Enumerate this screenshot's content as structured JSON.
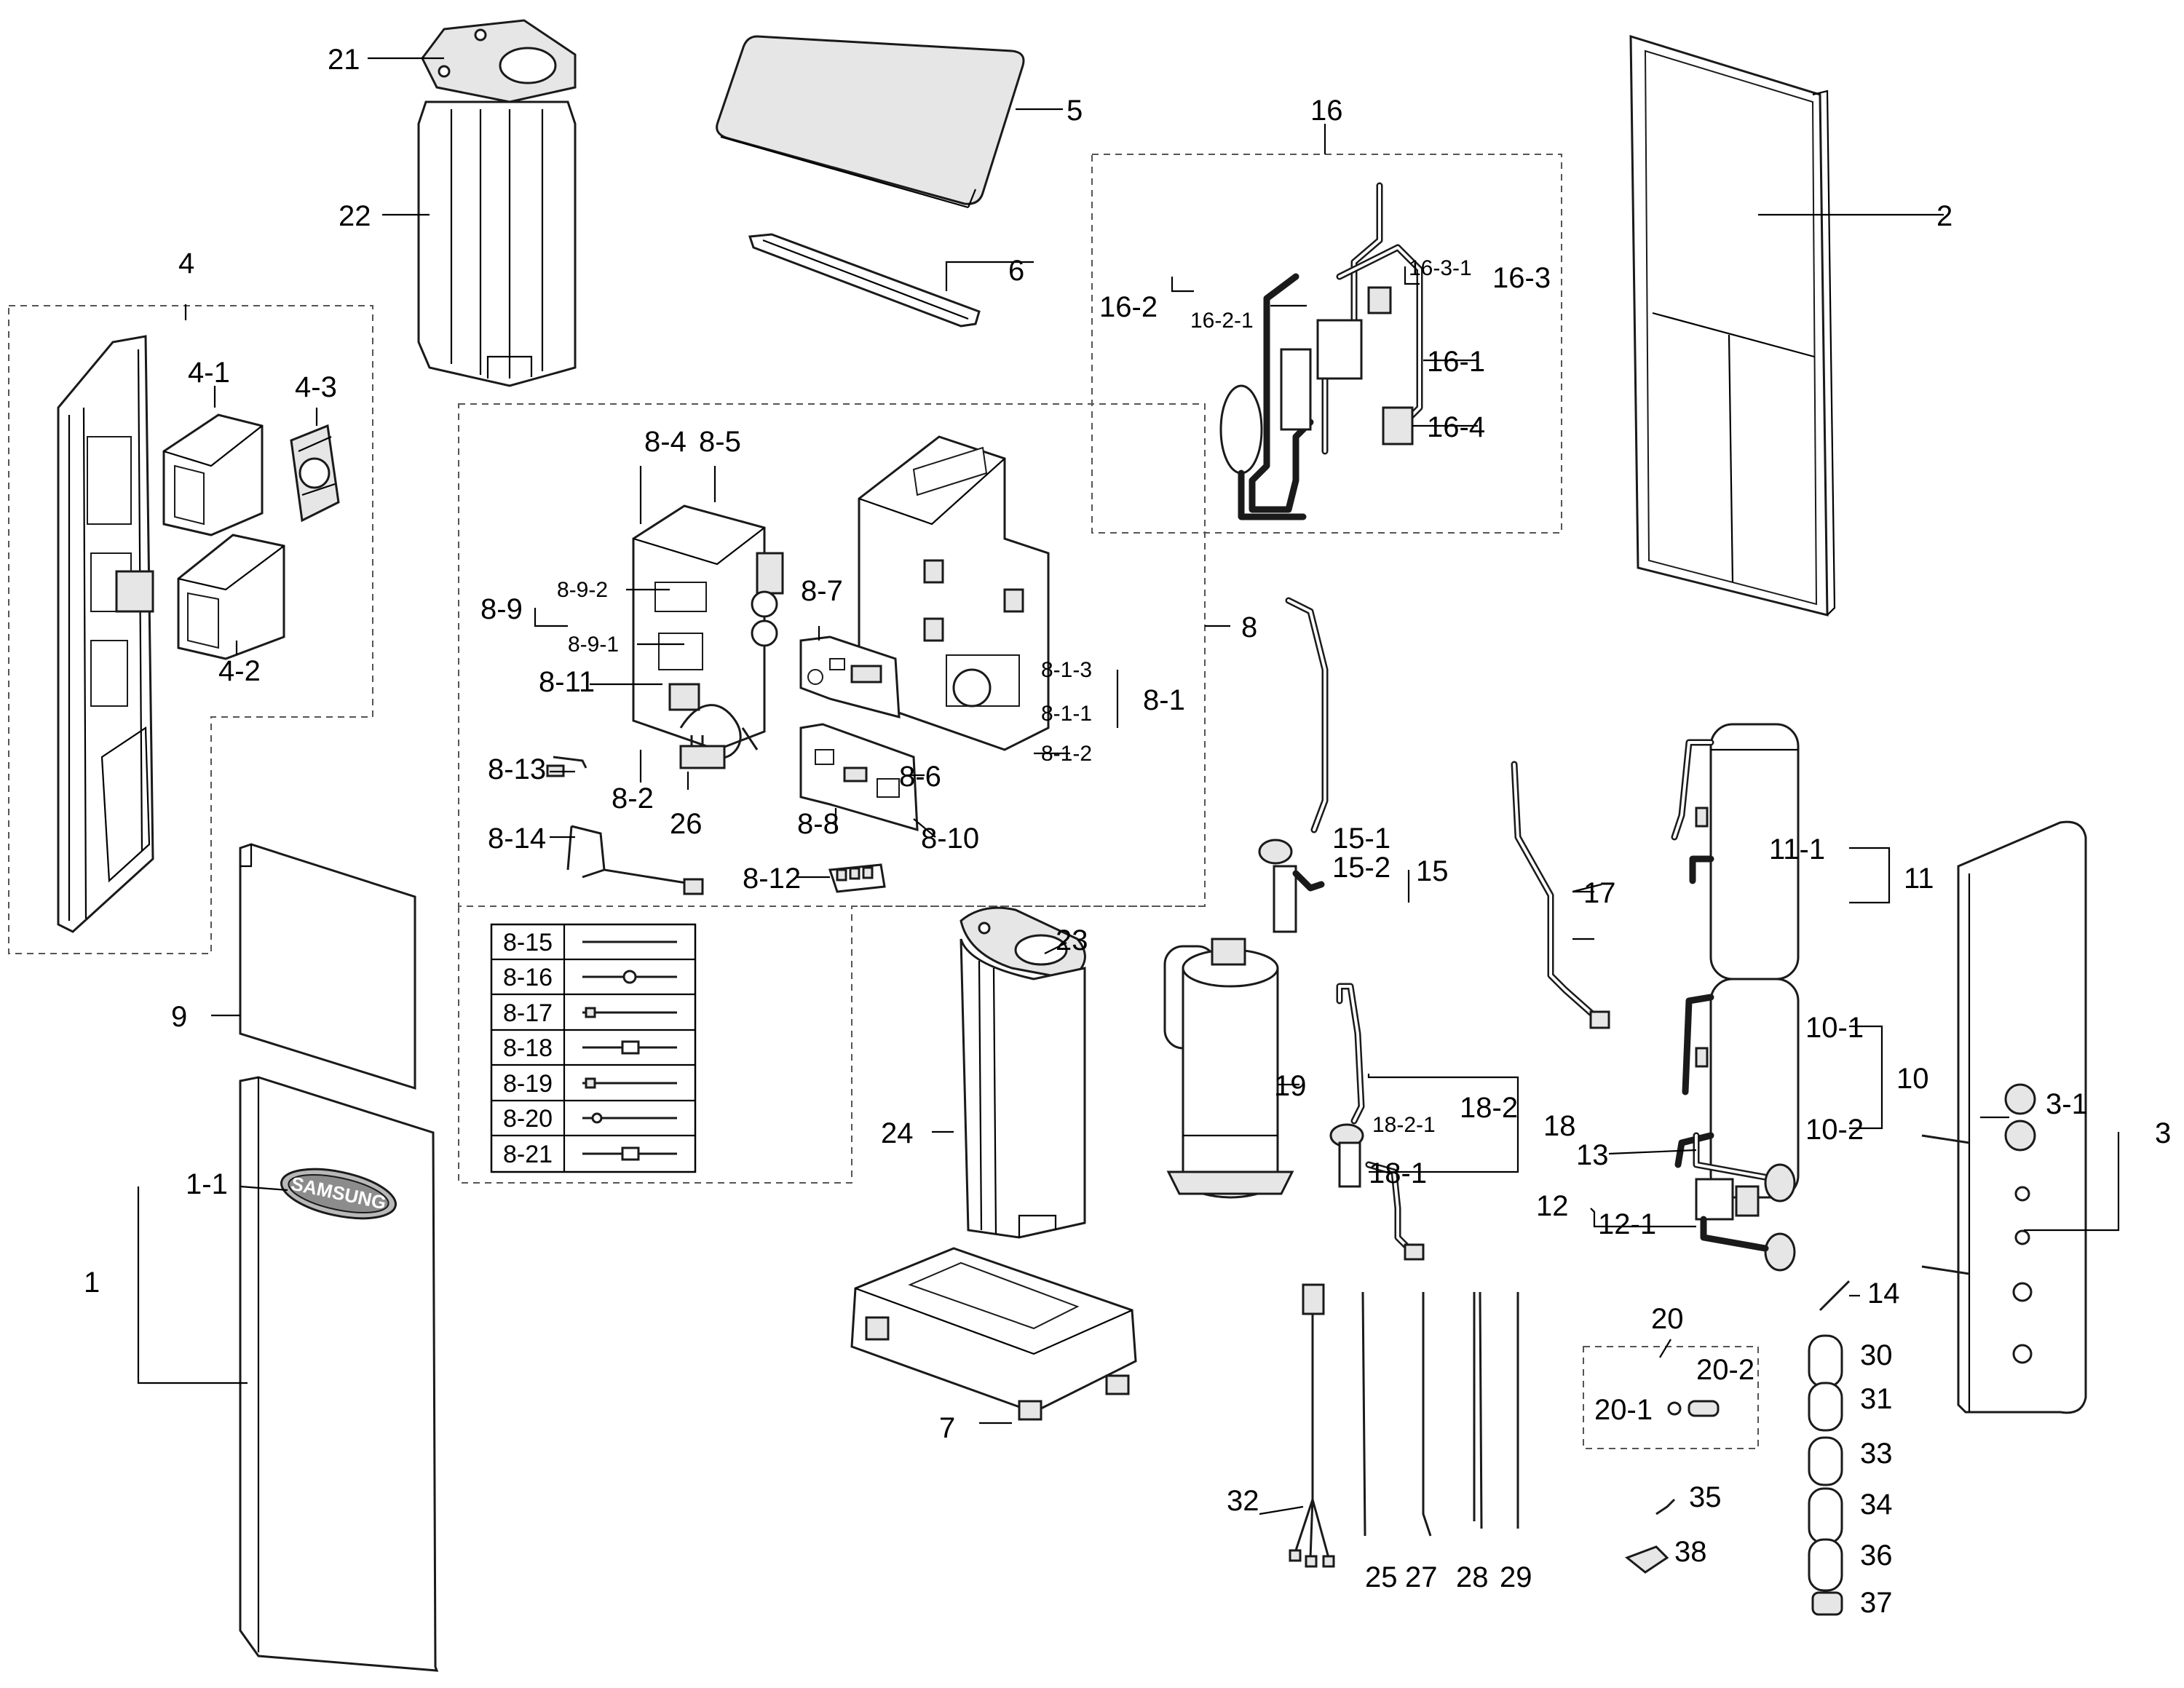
{
  "brand_text": "SAMSUNG",
  "labels": {
    "p1": "1",
    "p1_1": "1-1",
    "p2": "2",
    "p3": "3",
    "p3_1": "3-1",
    "p4": "4",
    "p4_1": "4-1",
    "p4_2": "4-2",
    "p4_3": "4-3",
    "p5": "5",
    "p6": "6",
    "p7": "7",
    "p8": "8",
    "p8_1": "8-1",
    "p8_1_1": "8-1-1",
    "p8_1_2": "8-1-2",
    "p8_1_3": "8-1-3",
    "p8_2": "8-2",
    "p8_4": "8-4",
    "p8_5": "8-5",
    "p8_6": "8-6",
    "p8_7": "8-7",
    "p8_8": "8-8",
    "p8_9": "8-9",
    "p8_9_1": "8-9-1",
    "p8_9_2": "8-9-2",
    "p8_10": "8-10",
    "p8_11": "8-11",
    "p8_12": "8-12",
    "p8_13": "8-13",
    "p8_14": "8-14",
    "p9": "9",
    "p10": "10",
    "p10_1": "10-1",
    "p10_2": "10-2",
    "p11": "11",
    "p11_1": "11-1",
    "p12": "12",
    "p12_1": "12-1",
    "p13": "13",
    "p14": "14",
    "p15": "15",
    "p15_1": "15-1",
    "p15_2": "15-2",
    "p16": "16",
    "p16_1": "16-1",
    "p16_2": "16-2",
    "p16_2_1": "16-2-1",
    "p16_3": "16-3",
    "p16_3_1": "16-3-1",
    "p16_4": "16-4",
    "p17": "17",
    "p18": "18",
    "p18_1": "18-1",
    "p18_2": "18-2",
    "p18_2_1": "18-2-1",
    "p19": "19",
    "p20": "20",
    "p20_1": "20-1",
    "p20_2": "20-2",
    "p21": "21",
    "p22": "22",
    "p23": "23",
    "p24": "24",
    "p25": "25",
    "p26": "26",
    "p27": "27",
    "p28": "28",
    "p29": "29",
    "p30": "30",
    "p31": "31",
    "p32": "32",
    "p33": "33",
    "p34": "34",
    "p35": "35",
    "p36": "36",
    "p37": "37",
    "p38": "38"
  },
  "cable_table": [
    "8-15",
    "8-16",
    "8-17",
    "8-18",
    "8-19",
    "8-20",
    "8-21"
  ]
}
